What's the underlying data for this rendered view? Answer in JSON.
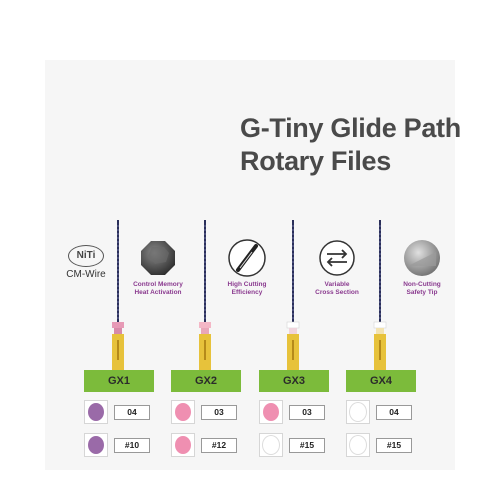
{
  "title": {
    "line1": "G-Tiny Glide Path",
    "line2": "Rotary Files"
  },
  "material_badge": {
    "logo": "NiTi",
    "label": "CM-Wire"
  },
  "features": [
    {
      "icon": "octagon-gem-icon",
      "line1": "Control Memory",
      "line2": "Heat Activation"
    },
    {
      "icon": "cutting-helix-icon",
      "line1": "High Cutting",
      "line2": "Efficiency"
    },
    {
      "icon": "cross-section-arrows-icon",
      "line1": "Variable",
      "line2": "Cross Section"
    },
    {
      "icon": "cone-tip-icon",
      "line1": "Non-Cutting",
      "line2": "Safety Tip"
    }
  ],
  "files": [
    {
      "label": "GX1",
      "taper": "04",
      "size": "#10",
      "taper_color": "#9a6aa8",
      "size_color": "#9a6aa8",
      "ring_color": "#e79ab6"
    },
    {
      "label": "GX2",
      "taper": "03",
      "size": "#12",
      "taper_color": "#ef8fb1",
      "size_color": "#ef8fb1",
      "ring_color": "#f4b7c6"
    },
    {
      "label": "GX3",
      "taper": "03",
      "size": "#15",
      "taper_color": "#ef8fb1",
      "size_color": "#ffffff",
      "ring_color": "#ffffff"
    },
    {
      "label": "GX4",
      "taper": "04",
      "size": "#15",
      "taper_color": "#ffffff",
      "size_color": "#ffffff",
      "ring_color": "#ffffff"
    }
  ],
  "colors": {
    "label_bar": "#7cbb3b",
    "feature_text": "#8a3a8f",
    "title": "#4a4a4a",
    "handle": "#e7c23b"
  }
}
